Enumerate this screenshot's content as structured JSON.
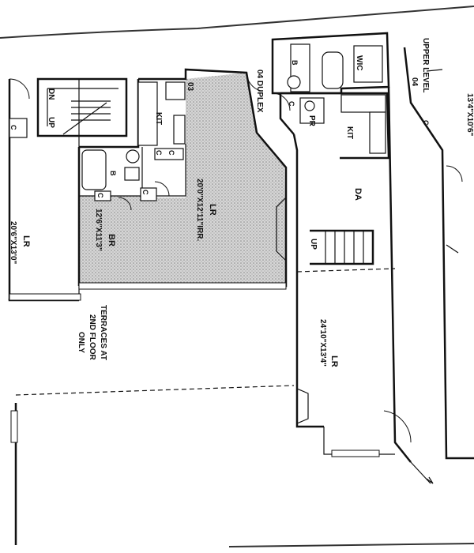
{
  "colors": {
    "ink": "#111111",
    "paper": "#ffffff",
    "stipple": "#bdbdbd"
  },
  "labels": {
    "unit_03": "03",
    "unit_04_duplex": "04 DUPLEX",
    "dn": "DN",
    "up_left": "UP",
    "kit_03": "KIT",
    "closet_c": "C",
    "bath_b": "B",
    "lr_03": "LR",
    "lr_03_dim": "20'0\"X12'11\"IRR.",
    "br": "BR",
    "br_dim": "12'6\"X11'3\"",
    "lr_left": "LR",
    "lr_left_dim": "20'6\"X13'0\"",
    "wic": "WIC",
    "pr": "PR",
    "kit_04": "KIT",
    "da": "DA",
    "up_stair": "UP",
    "lr_04": "LR",
    "lr_04_dim": "24'10\"X13'4\"",
    "upper_level": "UPPER LEVEL",
    "unit_04_right": "04",
    "right_dim": "13'4\"X10'6\"",
    "terraces_1": "TERRACES AT",
    "terraces_2": "2ND FLOOR",
    "terraces_3": "ONLY"
  }
}
